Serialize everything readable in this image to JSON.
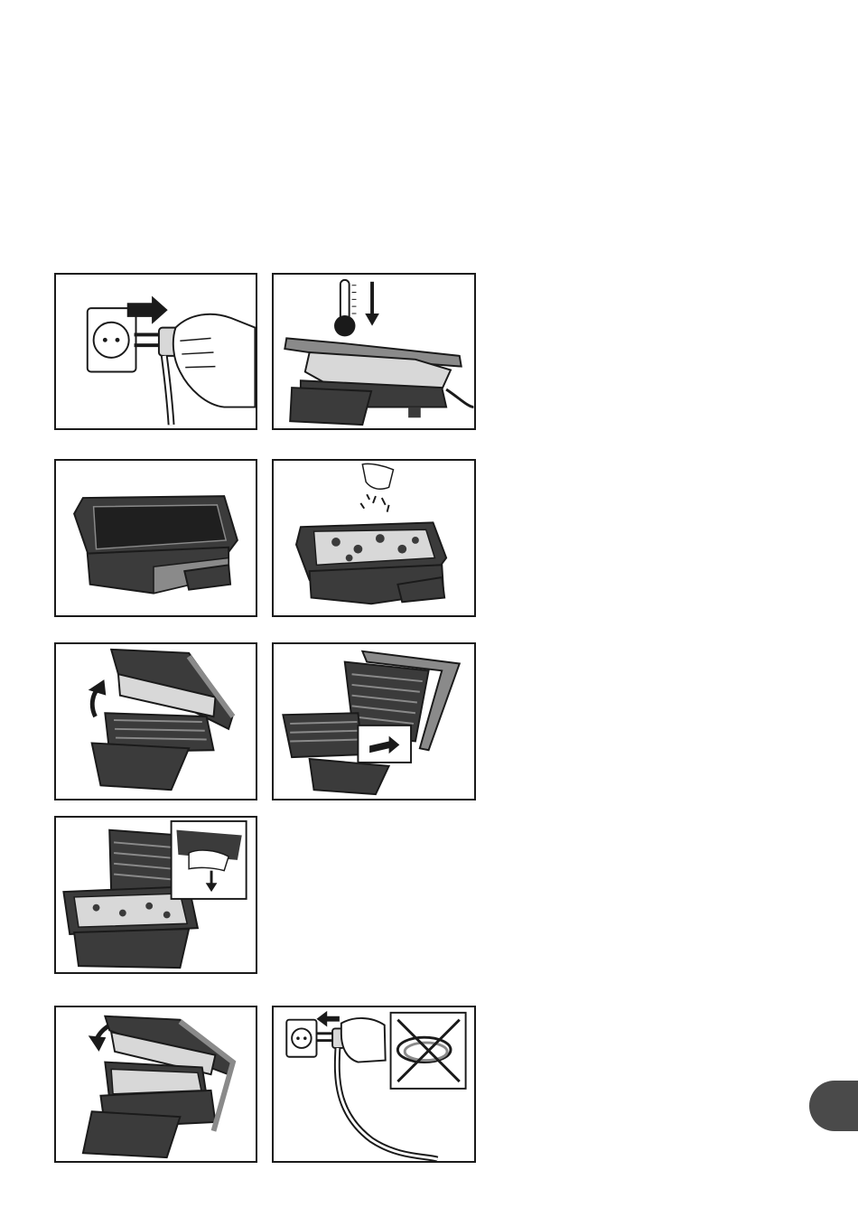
{
  "document": {
    "type": "appliance-manual-illustration-page",
    "figure_count": 9,
    "panels": [
      {
        "id": "plug-in",
        "icon": "plug-into-socket-icon"
      },
      {
        "id": "preheat",
        "icon": "thermometer-down-icon"
      },
      {
        "id": "baking-tray",
        "icon": "baking-tray-icon"
      },
      {
        "id": "add-toppings",
        "icon": "sprinkle-toppings-icon"
      },
      {
        "id": "open-lid",
        "icon": "open-grill-lid-icon"
      },
      {
        "id": "remove-drip-tray",
        "icon": "drip-tray-slide-icon"
      },
      {
        "id": "insert-tray",
        "icon": "insert-tray-inset-icon"
      },
      {
        "id": "close-lid",
        "icon": "close-grill-lid-icon"
      },
      {
        "id": "unplug",
        "icon": "unplug-no-wrap-cord-icon"
      }
    ],
    "colors": {
      "line": "#1a1a1a",
      "dark_metal": "#3b3b3b",
      "mid_gray": "#8a8a8a",
      "light_gray": "#d8d8d8",
      "tab": "#4a4a4a"
    }
  }
}
